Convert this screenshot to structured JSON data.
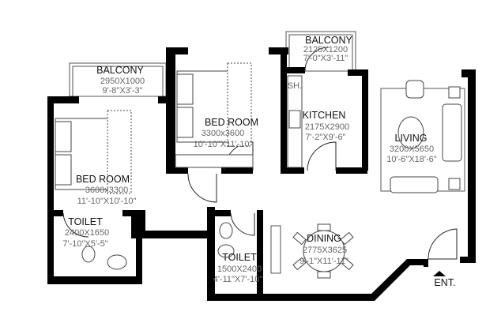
{
  "rooms": [
    {
      "name": "BALCONY",
      "metric": "2950X1000",
      "imperial": "9'-8\"X3'-3\""
    },
    {
      "name": "BED ROOM",
      "metric": "3300x3600",
      "imperial": "10'-10\"X11'-10\""
    },
    {
      "name": "BALCONY",
      "metric": "2125X1200",
      "imperial": "7'-0\"X3'-11\""
    },
    {
      "name": "KITCHEN",
      "metric": "2175X2900",
      "imperial": "7'-2\"X9'-6\""
    },
    {
      "name": "LIVING",
      "metric": "3200X5650",
      "imperial": "10'-6\"X18'-6\""
    },
    {
      "name": "BED ROOM",
      "metric": "3600x3300",
      "imperial": "11'-10\"X10'-10\""
    },
    {
      "name": "TOILET",
      "metric": "2400X1650",
      "imperial": "7'-10\"X5'-5\""
    },
    {
      "name": "TOILET",
      "metric": "1500X2400",
      "imperial": "4'-11\"X7'-10\""
    },
    {
      "name": "DINING",
      "metric": "2775X3625",
      "imperial": "9'-1\"X11'-11\""
    }
  ],
  "fixtures": {
    "shaft": "SH."
  },
  "entrance": {
    "label": "ENT."
  }
}
